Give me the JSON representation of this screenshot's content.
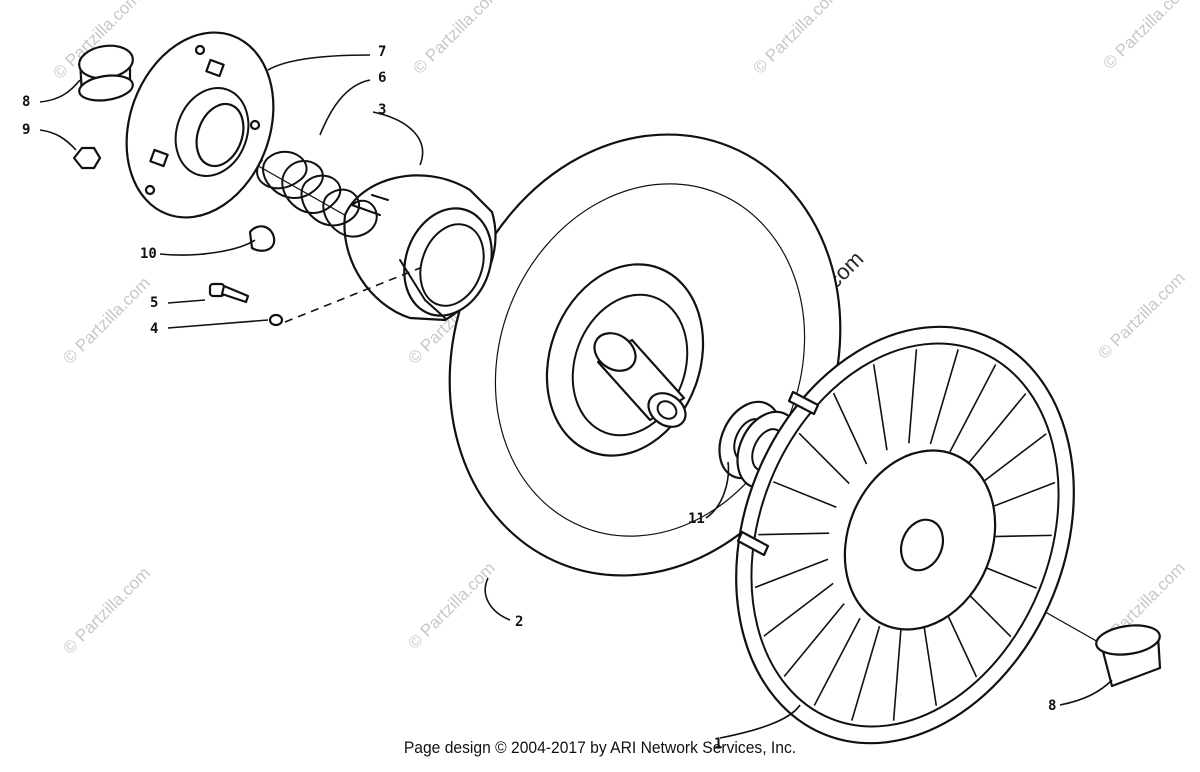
{
  "callouts": {
    "c1": "1",
    "c2": "2",
    "c3": "3",
    "c4": "4",
    "c5": "5",
    "c6": "6",
    "c7": "7",
    "c8a": "8",
    "c8b": "8",
    "c9": "9",
    "c10": "10",
    "c11": "11"
  },
  "watermark": {
    "small": "© Partzilla.com",
    "center": "© Partzilla.com"
  },
  "footer": {
    "text": "Page design © 2004-2017 by ARI Network Services, Inc."
  }
}
